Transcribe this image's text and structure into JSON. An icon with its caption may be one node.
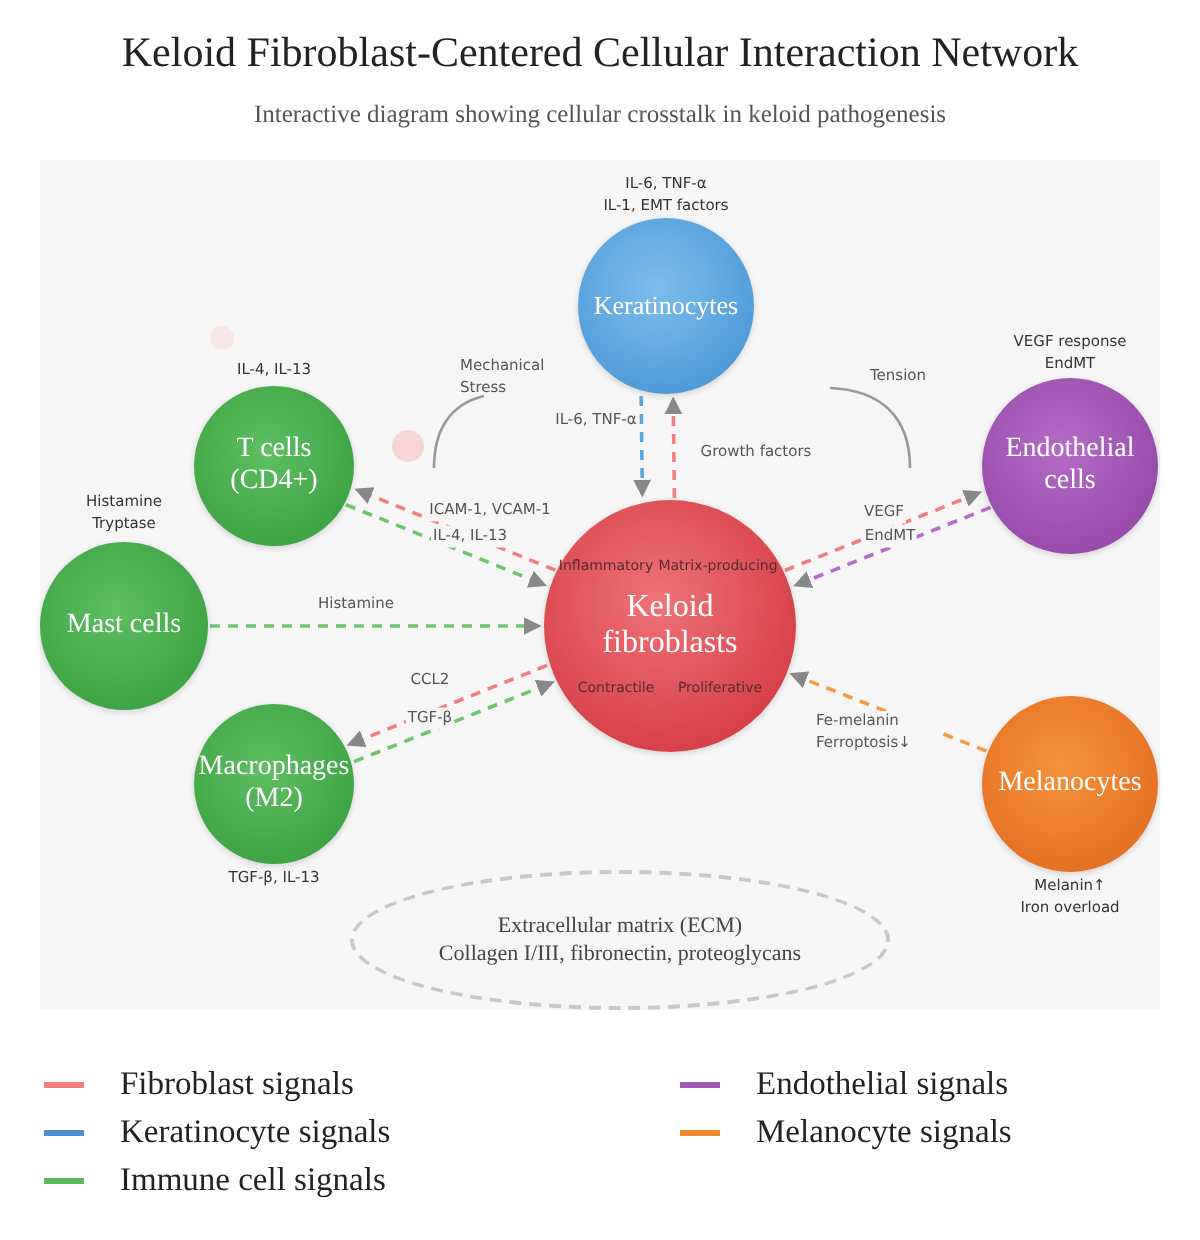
{
  "diagram": {
    "title": "Keloid Fibroblast-Centered Cellular Interaction Network",
    "caption": "Interactive diagram showing cellular crosstalk in keloid pathogenesis",
    "nodes": [
      {
        "text": [
          "Keratinocytes"
        ],
        "beside": [
          "IL-6, TNF-α",
          "IL-1, EMT factors"
        ]
      },
      {
        "text": [
          "T cells (CD4+)"
        ],
        "beside": [
          "IL-4, IL-13"
        ]
      },
      {
        "text": [
          "Endothelial cells"
        ],
        "beside": [
          "VEGF response",
          "EndMT"
        ]
      },
      {
        "text": [
          "Mast cells"
        ],
        "beside": [
          "Histamine",
          "Tryptase"
        ]
      },
      {
        "text": [
          "Inflammatory",
          "Matrix-producing",
          "Keloid fibroblasts",
          "Contractile",
          "Proliferative"
        ]
      },
      {
        "text": [
          "Macrophages (M2)"
        ],
        "beside": [
          "TGF-β, IL-13"
        ]
      },
      {
        "text": [
          "Melanocytes"
        ],
        "beside": [
          "Melanin↑",
          "Iron overload"
        ]
      },
      {
        "text": [
          "Extracellular matrix (ECM)",
          "Collagen I/III, fibronectin, proteoglycans"
        ]
      }
    ],
    "edges": [
      {
        "from": 0,
        "to": 4,
        "arrow": "to",
        "label": "IL-6, TNF-α",
        "style": "dashed",
        "color": "#5aa7e0"
      },
      {
        "from": 4,
        "to": 0,
        "arrow": "to",
        "label": "Growth factors",
        "style": "dashed"
      },
      {
        "from": 4,
        "to": 1,
        "arrow": "to",
        "label": "ICAM-1, VCAM-1",
        "style": "dashed"
      },
      {
        "from": 1,
        "to": 4,
        "arrow": "to",
        "label": "IL-4, IL-13",
        "style": "dashed",
        "color": "#6cc66c"
      },
      {
        "from": 3,
        "to": 4,
        "arrow": "to",
        "label": "Histamine",
        "style": "dashed",
        "color": "#6cc66c"
      },
      {
        "from": 4,
        "to": 5,
        "arrow": "to",
        "label": "CCL2",
        "style": "dashed"
      },
      {
        "from": 5,
        "to": 4,
        "arrow": "to",
        "label": "TGF-β",
        "style": "dashed",
        "color": "#6cc66c"
      },
      {
        "from": 4,
        "to": 2,
        "arrow": "to",
        "label": "VEGF",
        "style": "dashed"
      },
      {
        "from": 2,
        "to": 4,
        "arrow": "to",
        "label": "EndMT",
        "style": "dashed",
        "color": "#b56ccc"
      },
      {
        "from": 6,
        "to": 4,
        "arrow": "to",
        "label": "Fe-melanin Ferroptosis↓",
        "style": "dashed",
        "color": "#f59a45"
      }
    ],
    "labels": [
      "Mechanical Stress",
      "Tension"
    ],
    "legend": [
      {
        "text": "Fibroblast signals",
        "color": "#f07f7f"
      },
      {
        "text": "Keratinocyte signals",
        "color": "#4a90d0"
      },
      {
        "text": "Immune cell signals",
        "color": "#5cb85c"
      },
      {
        "text": "Endothelial signals",
        "color": "#a05ab4"
      },
      {
        "text": "Melanocyte signals",
        "color": "#f08a30"
      }
    ]
  }
}
